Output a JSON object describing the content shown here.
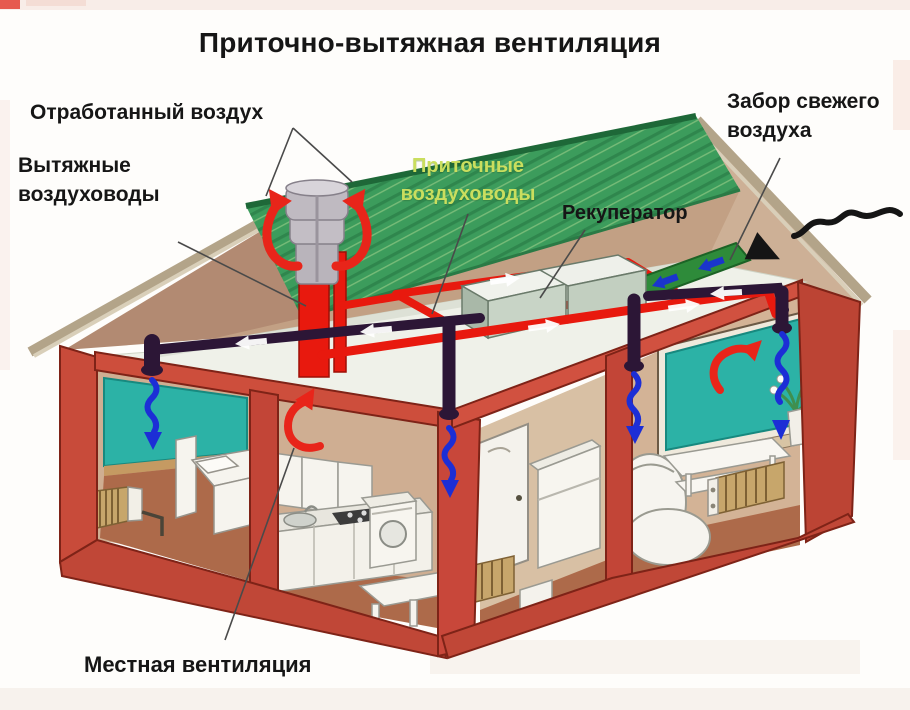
{
  "title": "Приточно-вытяжная вентиляция",
  "labels": {
    "exhaust_air": "Отработанный воздух",
    "exhaust_ducts": "Вытяжные воздуховоды",
    "supply_ducts": "Приточные воздуховоды",
    "recuperator": "Рекуператор",
    "fresh_air_intake": "Забор свежего воздуха",
    "local_ventilation": "Местная вентиляция"
  },
  "icons": {
    "exhaust_air_arrow": "red-curved-arrow",
    "supply_air_arrow": "blue-wavy-arrow",
    "fresh_air_intake_arrow": "black-squiggly-arrow",
    "duct_flow_arrow": "white-inline-arrow"
  },
  "colors": {
    "roof_green": "#3c9c5c",
    "roof_stripe": "#2b7f48",
    "wall_red": "#c84b3a",
    "frame_dark_red": "#7e2317",
    "gable_tan": "#b28a72",
    "interior_tan": "#cfae92",
    "attic_floor": "#eff1e9",
    "teal_panel": "#2cb2a6",
    "exhaust_duct_red": "#e8190e",
    "supply_duct_purple": "#2c1636",
    "fresh_air_duct_green": "#2e8b3a",
    "supply_arrow_blue": "#1c2ed6",
    "exhaust_arrow_red": "#e8251a",
    "intake_arrow_black": "#151515",
    "label_text": "#161616",
    "supply_ducts_label": "#cade5e"
  }
}
